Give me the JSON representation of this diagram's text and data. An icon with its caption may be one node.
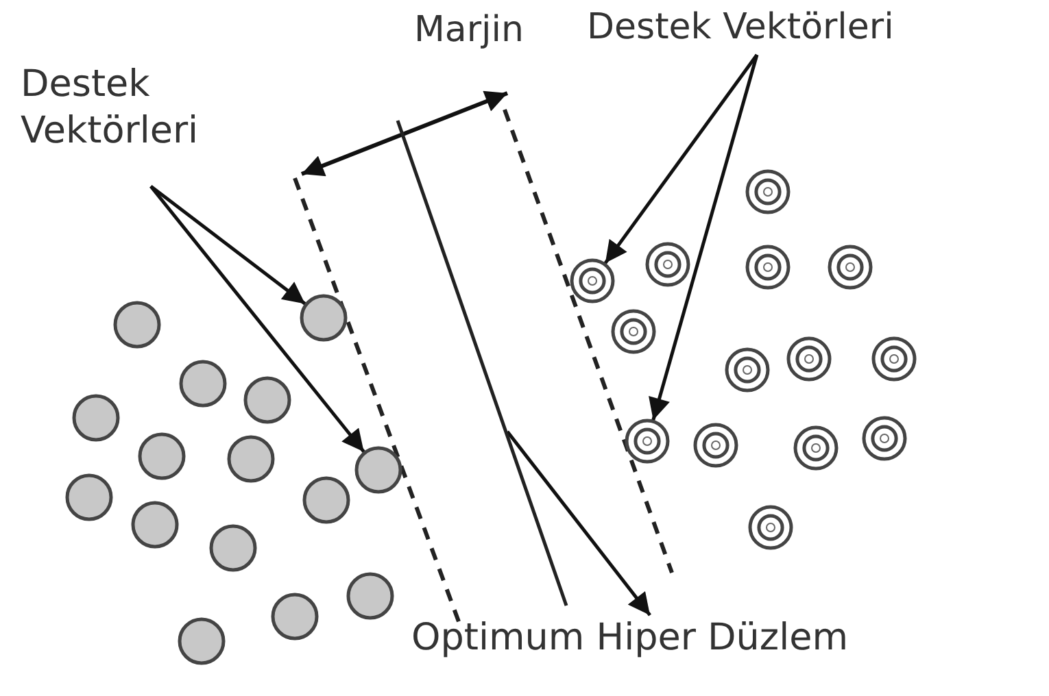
{
  "diagram": {
    "nodes": [
      {
        "text": [
          "Destek Vektörleri"
        ]
      },
      {
        "text": [
          "Destek Vektörleri"
        ]
      },
      {
        "text": [],
        "shape": "circle"
      },
      {
        "text": [],
        "shape": "circle"
      },
      {
        "text": [],
        "shape": "circle"
      },
      {
        "text": [],
        "shape": "circle"
      },
      {
        "text": [],
        "shape": "circle"
      },
      {
        "text": [],
        "shape": "circle"
      },
      {
        "text": [],
        "shape": "circle"
      },
      {
        "text": [],
        "shape": "circle"
      },
      {
        "text": [],
        "shape": "circle"
      },
      {
        "text": [],
        "shape": "circle"
      },
      {
        "text": [],
        "shape": "circle"
      },
      {
        "text": [],
        "shape": "circle"
      },
      {
        "text": [],
        "shape": "circle"
      },
      {
        "text": [],
        "shape": "circle"
      },
      {
        "text": [],
        "shape": "circle"
      },
      {
        "text": [],
        "shape": "circle"
      },
      {
        "text": [],
        "shape": "circle"
      },
      {
        "text": [],
        "shape": "circle"
      },
      {
        "text": [],
        "shape": "circle"
      },
      {
        "text": [],
        "shape": "circle"
      },
      {
        "text": [],
        "shape": "circle"
      },
      {
        "text": [],
        "shape": "circle"
      },
      {
        "text": [],
        "shape": "circle"
      },
      {
        "text": [],
        "shape": "circle"
      },
      {
        "text": [],
        "shape": "circle"
      },
      {
        "text": [],
        "shape": "circle"
      },
      {
        "text": [],
        "shape": "circle"
      },
      {
        "text": [],
        "shape": "circle"
      },
      {
        "text": [],
        "shape": "circle"
      },
      {
        "text": [],
        "shape": "line"
      },
      {
        "text": [
          "Optimum Hiper Düzlem"
        ]
      }
    ],
    "edges": [
      {
        "from": 0,
        "to": 2,
        "arrow": "to"
      },
      {
        "from": 0,
        "to": 9,
        "arrow": "to"
      },
      {
        "from": 1,
        "to": 21,
        "arrow": "to"
      },
      {
        "from": 1,
        "to": 27,
        "arrow": "to"
      },
      {
        "from": 31,
        "to": 32,
        "arrow": "to"
      }
    ],
    "labels": [
      "Marjin"
    ]
  }
}
